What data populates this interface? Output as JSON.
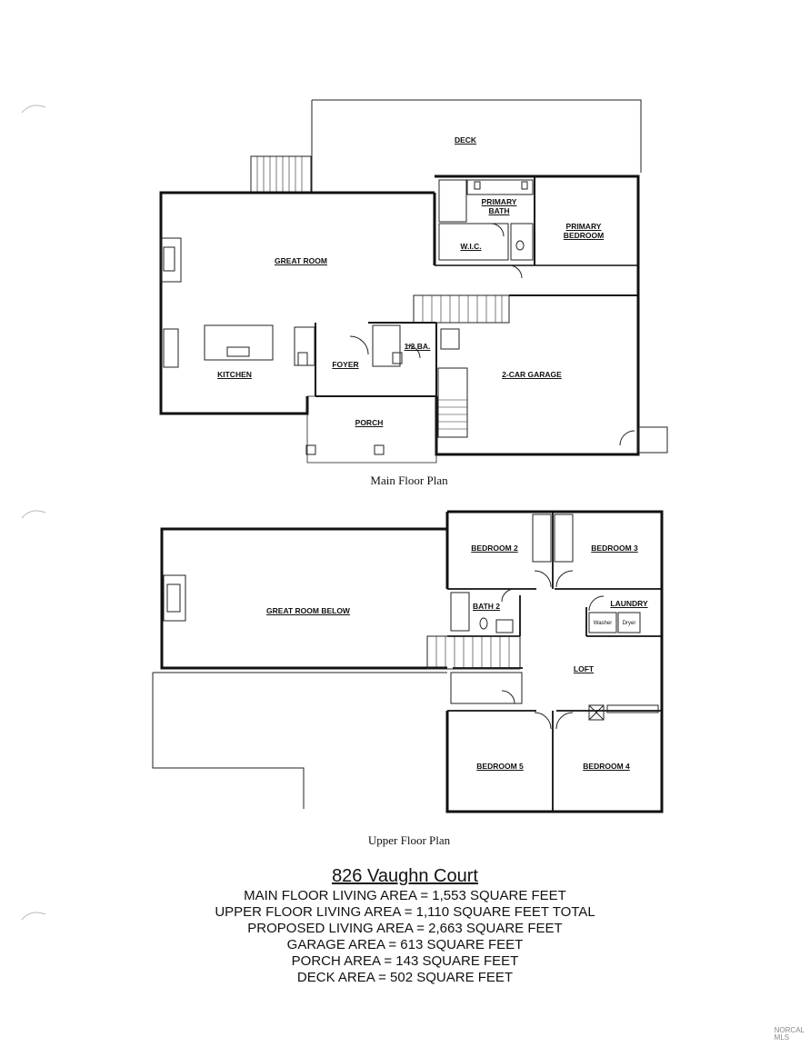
{
  "main_floor": {
    "rooms": {
      "deck": "DECK",
      "primary_bath": "PRIMARY\nBATH",
      "primary_bedroom": "PRIMARY\nBEDROOM",
      "wic": "W.I.C.",
      "great_room": "GREAT ROOM",
      "half_bath": "1/2 BA.",
      "kitchen": "KITCHEN",
      "foyer": "FOYER",
      "garage": "2-CAR GARAGE",
      "porch": "PORCH"
    },
    "caption": "Main Floor Plan"
  },
  "upper_floor": {
    "rooms": {
      "bedroom2": "BEDROOM 2",
      "bedroom3": "BEDROOM 3",
      "great_room_below": "GREAT ROOM BELOW",
      "bath2": "BATH 2",
      "laundry": "LAUNDRY",
      "washer": "Washer",
      "dryer": "Dryer",
      "loft": "LOFT",
      "bedroom5": "BEDROOM 5",
      "bedroom4": "BEDROOM 4"
    },
    "caption": "Upper Floor Plan"
  },
  "summary": {
    "title": "826 Vaughn Court",
    "lines": [
      "MAIN FLOOR LIVING AREA = 1,553 SQUARE FEET",
      "UPPER FLOOR LIVING AREA = 1,110 SQUARE FEET TOTAL",
      "PROPOSED LIVING AREA = 2,663 SQUARE FEET",
      "GARAGE AREA = 613 SQUARE FEET",
      "PORCH AREA = 143 SQUARE FEET",
      "DECK AREA = 502 SQUARE FEET"
    ]
  },
  "watermark": {
    "line1": "NORCAL",
    "line2": "MLS"
  }
}
